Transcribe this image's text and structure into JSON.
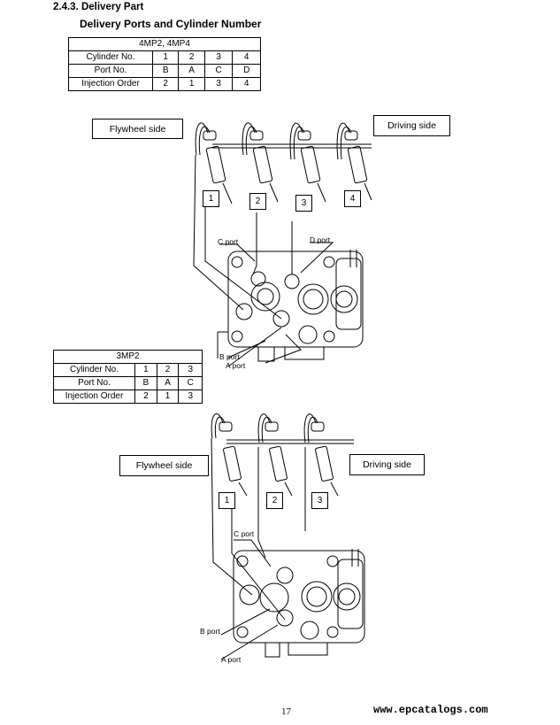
{
  "section": {
    "number_title": "2.4.3.  Delivery Part",
    "subtitle": "Delivery Ports and Cylinder Number"
  },
  "table_4mp": {
    "title": "4MP2, 4MP4",
    "rows": [
      {
        "label": "Cylinder No.",
        "values": [
          "1",
          "2",
          "3",
          "4"
        ]
      },
      {
        "label": "Port No.",
        "values": [
          "B",
          "A",
          "C",
          "D"
        ]
      },
      {
        "label": "Injection Order",
        "values": [
          "2",
          "1",
          "3",
          "4"
        ]
      }
    ]
  },
  "table_3mp": {
    "title": "3MP2",
    "rows": [
      {
        "label": "Cylinder No.",
        "values": [
          "1",
          "2",
          "3"
        ]
      },
      {
        "label": "Port No.",
        "values": [
          "B",
          "A",
          "C"
        ]
      },
      {
        "label": "Injection Order",
        "values": [
          "2",
          "1",
          "3"
        ]
      }
    ]
  },
  "diagram_4mp": {
    "flywheel_label": "Flywheel side",
    "driving_label": "Driving side",
    "cylinder_numbers": [
      "1",
      "2",
      "3",
      "4"
    ],
    "ports": {
      "c": "C port",
      "d": "D port",
      "b": "B port",
      "a": "A port"
    }
  },
  "diagram_3mp": {
    "flywheel_label": "Flywheel side",
    "driving_label": "Driving side",
    "cylinder_numbers": [
      "1",
      "2",
      "3"
    ],
    "ports": {
      "c": "C port",
      "b": "B port",
      "a": "A port"
    }
  },
  "footer": {
    "page_number": "17",
    "watermark": "www.epcatalogs.com"
  }
}
